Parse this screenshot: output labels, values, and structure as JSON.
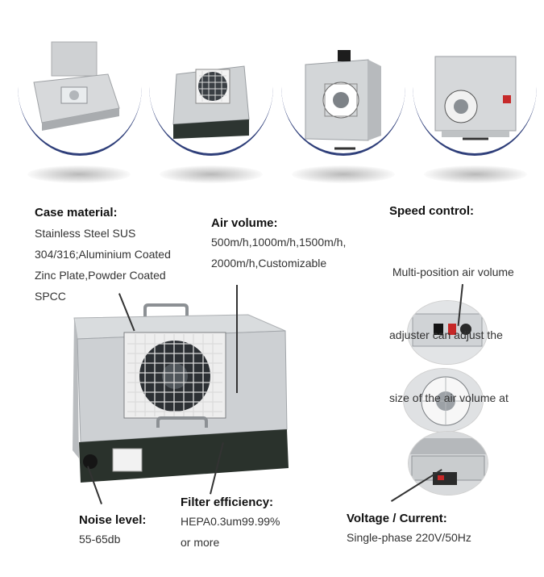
{
  "specs": {
    "case_material": {
      "title": "Case material:",
      "lines": [
        "Stainless Steel SUS",
        "304/316;Aluminium Coated",
        "Zinc Plate,Powder Coated",
        "SPCC"
      ]
    },
    "air_volume": {
      "title": "Air volume:",
      "lines": [
        "500m/h,1000m/h,1500m/h,",
        "2000m/h,Customizable"
      ]
    },
    "speed_control": {
      "title": "Speed control:",
      "lines": [
        " Multi-position air volume",
        "adjuster can adjust the",
        "size of the air volume at"
      ]
    },
    "noise_level": {
      "title": "Noise level:",
      "value": "55-65db"
    },
    "filter_efficiency": {
      "title": "Filter efficiency:",
      "lines": [
        "HEPA0.3um99.99%",
        "or more"
      ]
    },
    "voltage_current": {
      "title": "Voltage / Current:",
      "value": "Single-phase 220V/50Hz"
    }
  },
  "colors": {
    "accent_arc": "#2f3f7a",
    "steel": "#c9ccce",
    "dark_panel": "#2a322c",
    "text": "#333333"
  }
}
